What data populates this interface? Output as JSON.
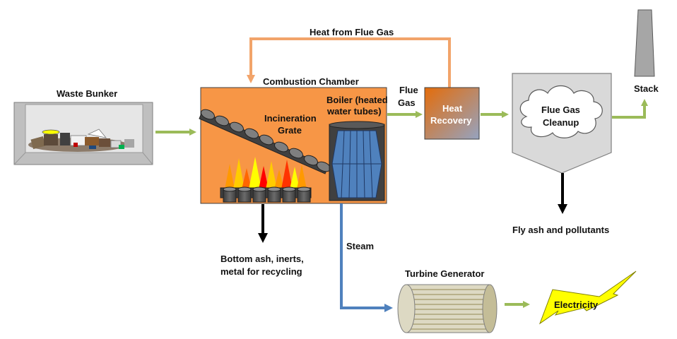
{
  "labels": {
    "heat_from_flue_gas": "Heat from Flue Gas",
    "combustion_chamber": "Combustion Chamber",
    "waste_bunker": "Waste Bunker",
    "incineration_grate_1": "Incineration",
    "incineration_grate_2": "Grate",
    "boiler_1": "Boiler (heated",
    "boiler_2": "water tubes)",
    "flue_gas_1": "Flue",
    "flue_gas_2": "Gas",
    "heat_recovery_1": "Heat",
    "heat_recovery_2": "Recovery",
    "flue_gas_cleanup_1": "Flue Gas",
    "flue_gas_cleanup_2": "Cleanup",
    "stack": "Stack",
    "fly_ash": "Fly ash and pollutants",
    "bottom_ash_1": "Bottom ash, inerts,",
    "bottom_ash_2": "metal for recycling",
    "steam": "Steam",
    "turbine_generator": "Turbine Generator",
    "electricity": "Electricity"
  },
  "colors": {
    "chamber_fill": "#f79646",
    "heat_arrow": "#f2a46a",
    "flow_arrow": "#9bbb59",
    "steam_arrow": "#4f81bd",
    "ash_arrow": "#000000",
    "bunker_fill": "#bfbfbf",
    "cleanup_fill": "#d9d9d9",
    "stack_fill": "#a6a6a6",
    "turbine_fill": "#ddd9c3",
    "boiler_tubes": "#4f81bd",
    "electricity_fill": "#ffff00",
    "grate_fill": "#7f7f7f"
  }
}
